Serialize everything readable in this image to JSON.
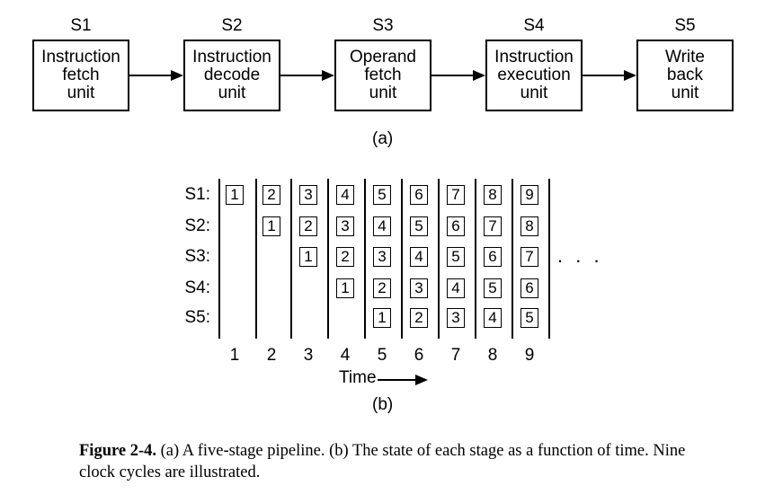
{
  "part_a": {
    "stages": [
      {
        "id": "S1",
        "text": "Instruction\nfetch\nunit"
      },
      {
        "id": "S2",
        "text": "Instruction\ndecode\nunit"
      },
      {
        "id": "S3",
        "text": "Operand\nfetch\nunit"
      },
      {
        "id": "S4",
        "text": "Instruction\nexecution\nunit"
      },
      {
        "id": "S5",
        "text": "Write\nback\nunit"
      }
    ],
    "label": "(a)"
  },
  "part_b": {
    "rows": [
      "S1:",
      "S2:",
      "S3:",
      "S4:",
      "S5:"
    ],
    "cols": [
      "1",
      "2",
      "3",
      "4",
      "5",
      "6",
      "7",
      "8",
      "9"
    ],
    "ellipsis": ". . .",
    "time_label": "Time",
    "label": "(b)"
  },
  "caption": {
    "figure": "Figure 2-4.",
    "text": " (a) A five-stage pipeline. (b) The state of each stage as a function of time.  Nine clock cycles are illustrated."
  }
}
